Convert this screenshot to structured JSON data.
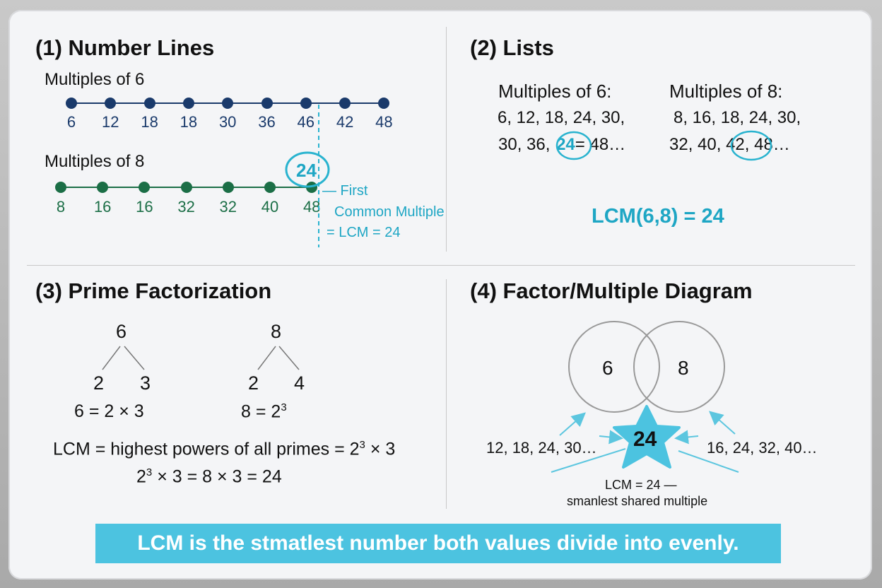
{
  "panels": {
    "p1": {
      "title": "(1) Number Lines",
      "row1_label": "Multiples of 6",
      "row1_values": [
        "6",
        "12",
        "18",
        "18",
        "30",
        "36",
        "46",
        "42",
        "48"
      ],
      "row2_label": "Multiples of 8",
      "row2_values": [
        "8",
        "16",
        "16",
        "32",
        "32",
        "40",
        "48"
      ],
      "circle_value": "24",
      "callout": [
        "— First",
        "Common Multiple",
        "= LCM = 24"
      ]
    },
    "p2": {
      "title": "(2) Lists",
      "list6_heading": "Multiples of 6:",
      "list6_line1": "6, 12, 18, 24, 30,",
      "list6_line2_a": "30, 36,",
      "list6_line2_hl": "24",
      "list6_line2_b": "= 48…",
      "list8_heading": "Multiples of 8:",
      "list8_line1": "8, 16, 18, 24, 30,",
      "list8_line2": "32, 40, 42, 48…",
      "lcm_result": "LCM(6,8) = 24"
    },
    "p3": {
      "title": "(3) Prime Factorization",
      "tree6_root": "6",
      "tree6_left": "2",
      "tree6_right": "3",
      "tree6_eq": "6 = 2 × 3",
      "tree8_root": "8",
      "tree8_left": "2",
      "tree8_right": "4",
      "tree8_eq_base": "8 = 2",
      "exp": "3",
      "lcm_line1_a": "LCM = highest powers of all primes = 2",
      "lcm_line1_b": " × 3",
      "lcm_line2_a": "2",
      "lcm_line2_b": " × 3 = 8 × 3 = 24"
    },
    "p4": {
      "title": "(4) Factor/Multiple Diagram",
      "circle_left": "6",
      "circle_right": "8",
      "star_value": "24",
      "left_list": "12, 18, 24, 30…",
      "right_list": "16, 24, 32, 40…",
      "caption1": "LCM = 24 —",
      "caption2": "smanlest shared multiple"
    }
  },
  "banner": "LCM is the stmatlest number both values divide into evenly.",
  "colors": {
    "navy": "#1a3a6b",
    "green": "#1b6e46",
    "teal": "#29b3cf",
    "banner": "#4cc3e0"
  }
}
